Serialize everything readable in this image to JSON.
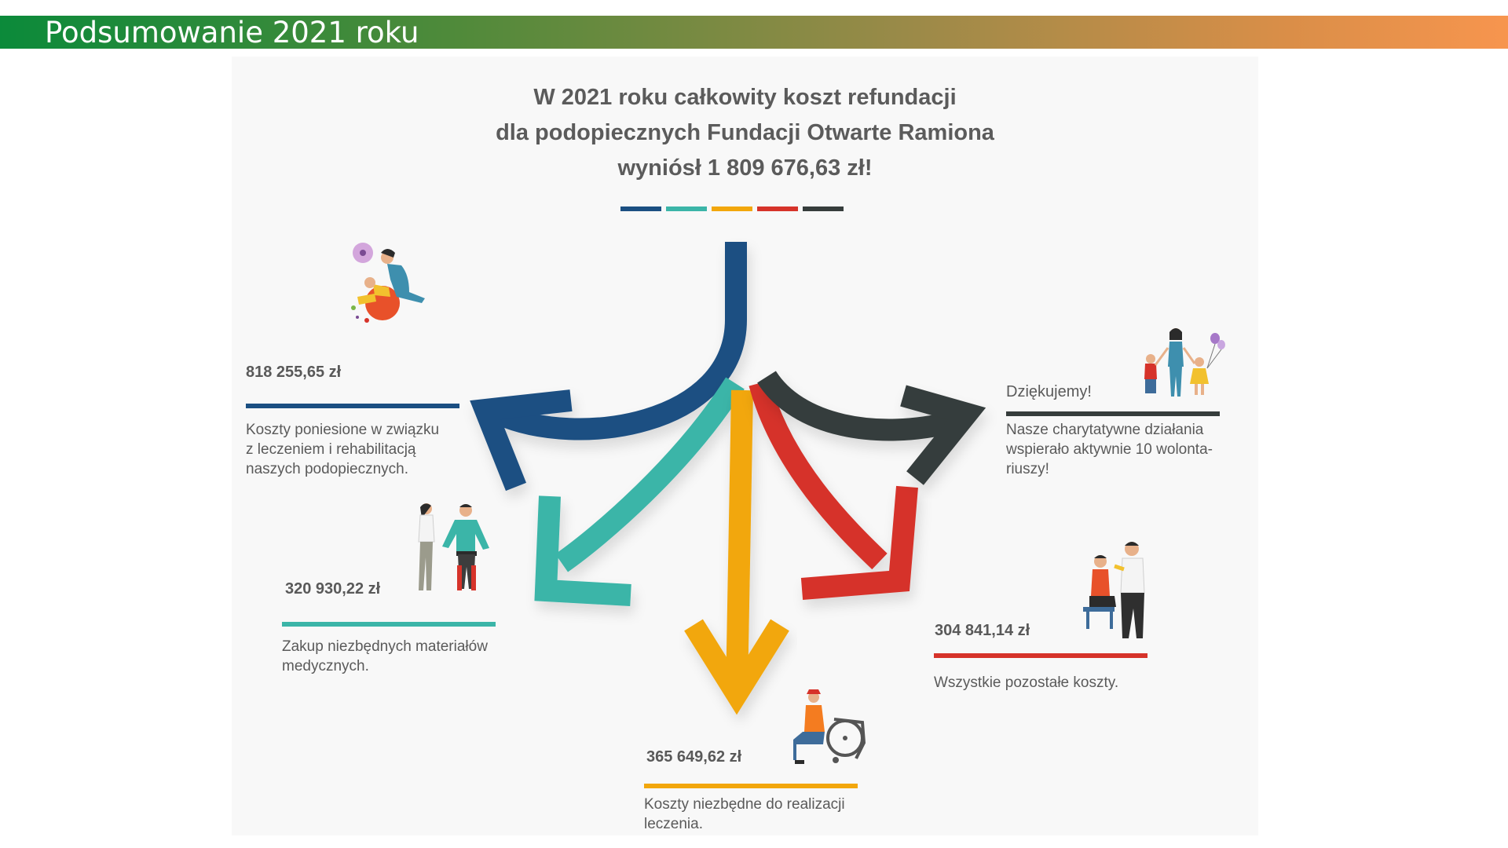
{
  "header": {
    "title": "Podsumowanie 2021 roku",
    "gradient_start": "#0b8a3a",
    "gradient_end": "#f7954e"
  },
  "headline": {
    "line1": "W 2021 roku całkowity koszt refundacji",
    "line2": "dla podopiecznych Fundacji Otwarte Ramiona",
    "line3": "wyniósł 1 809 676,63 zł!"
  },
  "colors": {
    "blue": "#1b4f82",
    "teal": "#3bb5a8",
    "yellow": "#f2a70c",
    "red": "#d6332a",
    "dark": "#363d3c"
  },
  "items": {
    "treatment": {
      "amount": "818 255,65 zł",
      "desc": [
        "Koszty poniesione w związku",
        "z leczeniem i rehabilitacją",
        "naszych podopiecznych."
      ],
      "color": "#1b4f82",
      "illustration": "physiotherapy-illustration"
    },
    "materials": {
      "amount": "320 930,22 zł",
      "desc": [
        "Zakup niezbędnych materiałów",
        "medycznych."
      ],
      "color": "#3bb5a8",
      "illustration": "rehabilitation-illustration"
    },
    "realization": {
      "amount": "365 649,62 zł",
      "desc": [
        "Koszty niezbędne do realizacji",
        "leczenia."
      ],
      "color": "#f2a70c",
      "illustration": "wheelchair-repair-illustration"
    },
    "other": {
      "amount": "304 841,14 zł",
      "desc": [
        "Wszystkie pozostałe koszty."
      ],
      "color": "#d6332a",
      "illustration": "doctor-illustration"
    },
    "thanks": {
      "amount": "Dziękujemy!",
      "desc": [
        "Nasze charytatywne działania",
        "wspierało aktywnie 10 wolonta-",
        "riuszy!"
      ],
      "color": "#363d3c",
      "illustration": "family-illustration"
    }
  }
}
